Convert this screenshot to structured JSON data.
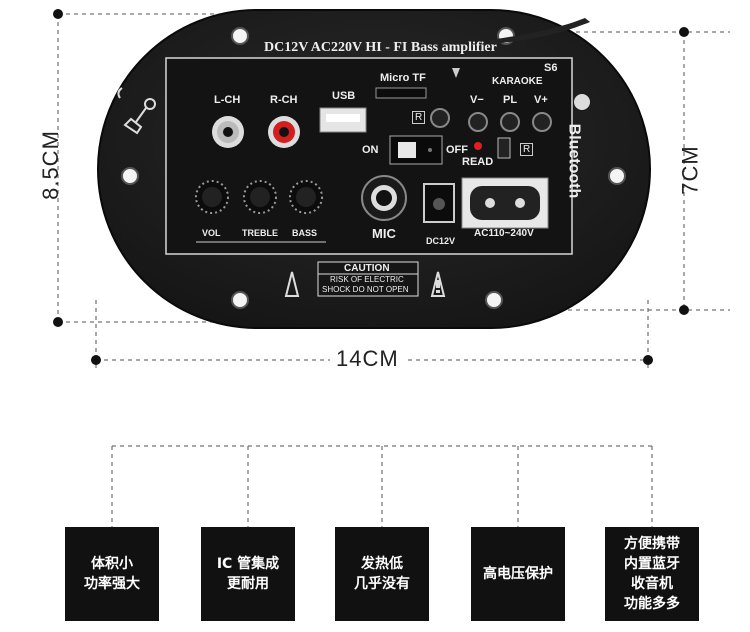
{
  "dimensions": {
    "height_outer": "8.5CM",
    "height_inner": "7CM",
    "width": "14CM"
  },
  "board": {
    "title": "DC12V AC220V HI - FI Bass amplifier",
    "model": "S6",
    "karaoke": "KARAOKE",
    "bluetooth": "Bluetooth",
    "labels": {
      "lch": "L-CH",
      "rch": "R-CH",
      "usb": "USB",
      "micro_tf": "Micro TF",
      "on": "ON",
      "off": "OFF",
      "read": "READ",
      "v_minus": "V−",
      "pl": "PL",
      "v_plus": "V+",
      "r_badge": "R",
      "vol": "VOL",
      "treble": "TREBLE",
      "bass": "BASS",
      "mic": "MIC",
      "dc12v": "DC12V",
      "ac": "AC110~240V",
      "minus": "−",
      "plus": "+",
      "caution_title": "CAUTION",
      "caution_line1": "RISK OF ELECTRIC",
      "caution_line2": "SHOCK DO NOT OPEN"
    }
  },
  "features": [
    {
      "lines": [
        "体积小",
        "功率强大"
      ]
    },
    {
      "lines": [
        "IC 管集成",
        "更耐用"
      ]
    },
    {
      "lines": [
        "发热低",
        "几乎没有"
      ]
    },
    {
      "lines": [
        "高电压保护"
      ]
    },
    {
      "lines": [
        "方便携带",
        "内置蓝牙",
        "收音机",
        "功能多多"
      ]
    }
  ],
  "colors": {
    "board": "#1a1a1a",
    "panel": "#111111",
    "red_led": "#e02020",
    "feature_bg": "#111111"
  }
}
